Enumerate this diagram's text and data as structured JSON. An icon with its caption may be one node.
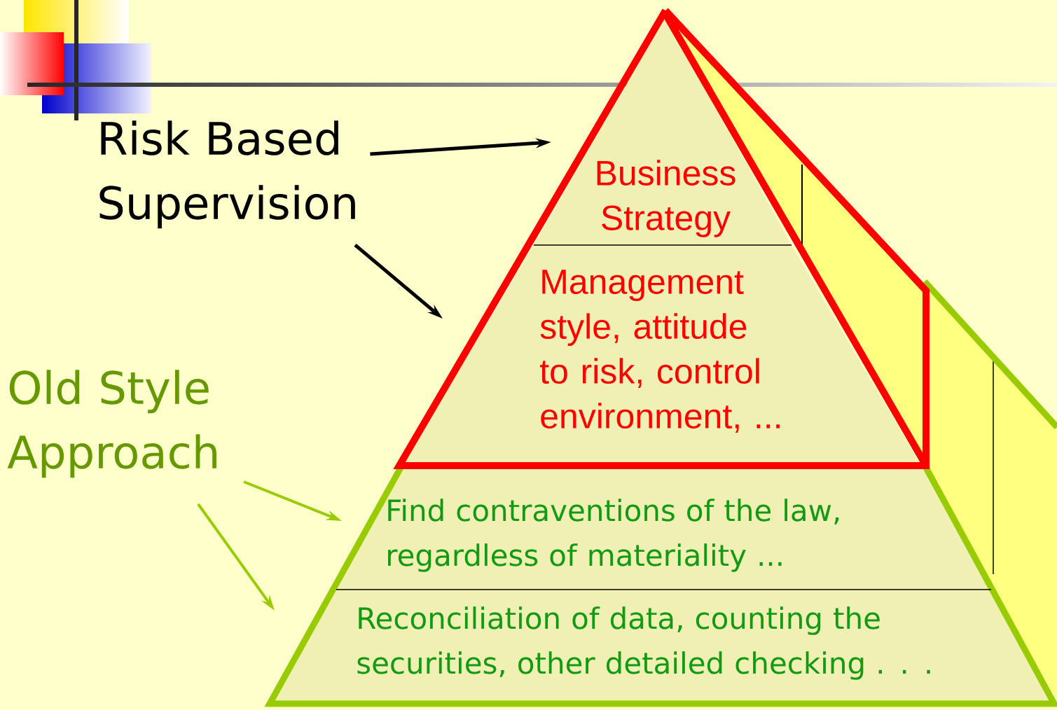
{
  "diagram": {
    "nodes": [
      {
        "text": [
          "Risk Based Supervision"
        ]
      },
      {
        "text": [
          "Old Style Approach"
        ]
      },
      {
        "text": [
          "Business Strategy"
        ]
      },
      {
        "text": [
          "Management style, attitude to risk, control environment, ..."
        ]
      },
      {
        "text": [
          "Find contraventions of the law, regardless of materiality ..."
        ]
      },
      {
        "text": [
          "Reconciliation of data, counting the securities, other detailed checking . . ."
        ]
      }
    ],
    "edges": [
      {
        "from": 0,
        "to": 2,
        "arrow": "to",
        "color": "#000000"
      },
      {
        "from": 0,
        "to": 3,
        "arrow": "to",
        "color": "#000000"
      },
      {
        "from": 1,
        "to": 4,
        "arrow": "to",
        "color": "#99cc00"
      },
      {
        "from": 1,
        "to": 5,
        "arrow": "to",
        "color": "#99cc00"
      }
    ]
  }
}
